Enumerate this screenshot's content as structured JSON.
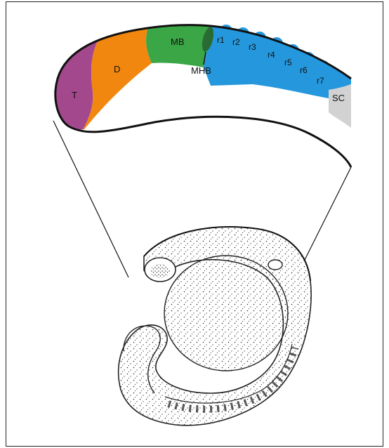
{
  "regions": [
    {
      "key": "telencephalon",
      "label": "T",
      "color": "#a3488d"
    },
    {
      "key": "diencephalon",
      "label": "D",
      "color": "#f2870f"
    },
    {
      "key": "midbrain",
      "label": "MB",
      "color": "#3aa646"
    },
    {
      "key": "midbrain_hindbrain_boundary",
      "label": "MHB",
      "color": "#2a6b34"
    },
    {
      "key": "hindbrain",
      "labels": [
        "r1",
        "r2",
        "r3",
        "r4",
        "r5",
        "r6",
        "r7"
      ],
      "color": "#2597dd"
    },
    {
      "key": "spinal_cord",
      "label": "SC",
      "color": "#d2d2d2"
    }
  ]
}
